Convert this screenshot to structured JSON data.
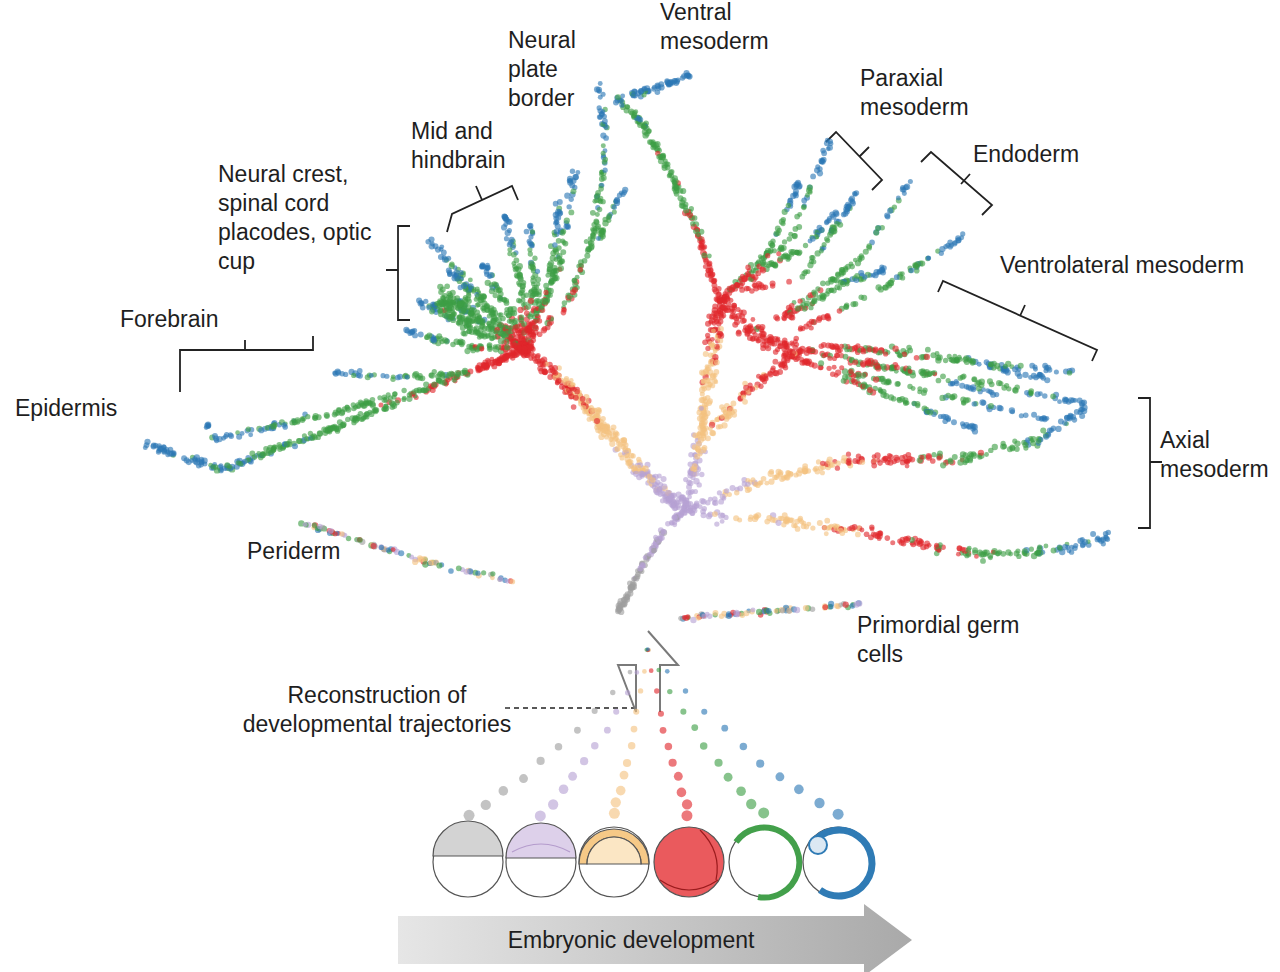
{
  "diagram": {
    "nodes": [
      {
        "text": [
          "Embryonic development"
        ]
      }
    ],
    "labels": [
      "Ventral mesoderm",
      "Neural plate border",
      "Paraxial mesoderm",
      "Mid and hindbrain",
      "Endoderm",
      "Neural crest, spinal cord placodes, optic cup",
      "Ventrolateral mesoderm",
      "Forebrain",
      "Epidermis",
      "Axial mesoderm",
      "Periderm",
      "Primordial germ cells",
      "Reconstruction of developmental trajectories"
    ]
  }
}
